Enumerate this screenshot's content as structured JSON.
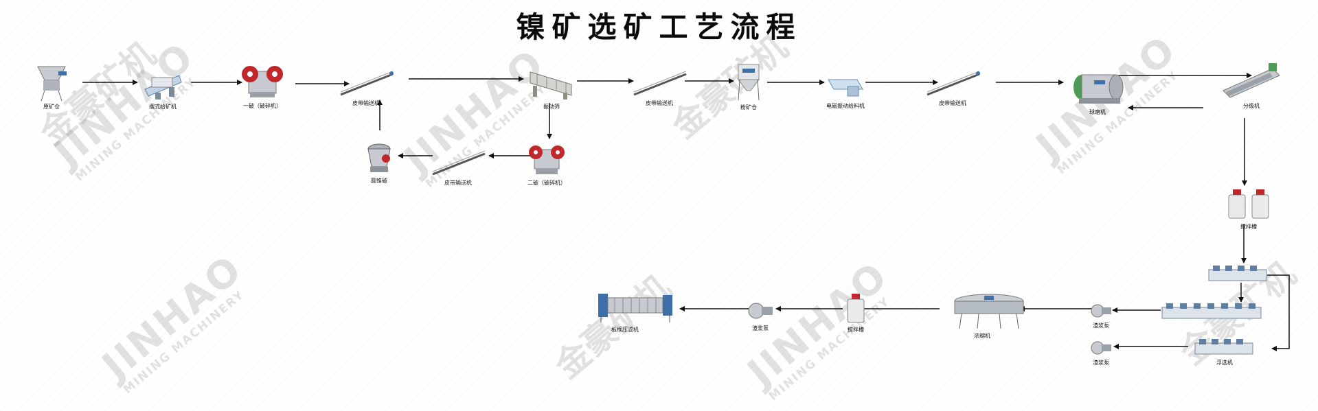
{
  "title": "镍矿选矿工艺流程",
  "watermark": {
    "brand_en": "JINHAO",
    "brand_sub": "MINING MACHINERY",
    "brand_cn": "金豪矿机"
  },
  "nodes": {
    "raw_ore_bin": "原矿仓",
    "vibrating_feeder": "摆式给矿机",
    "primary_crusher": "一破（破碎机）",
    "belt_conveyor_1": "皮带输送机",
    "vibrating_screen": "振动筛",
    "belt_conveyor_2": "皮带输送机",
    "powder_bin": "粉矿仓",
    "electromagnetic_feeder": "电磁振动给料机",
    "belt_conveyor_3": "皮带输送机",
    "ball_mill": "球磨机",
    "classifier": "分级机",
    "secondary_crusher": "二破（破碎机）",
    "belt_conveyor_4": "皮带输送机",
    "cone_crusher": "圆锥破",
    "agitation_tank_1": "搅拌槽",
    "flotation_machine": "浮选机",
    "slurry_pump_1": "渣浆泵",
    "slurry_pump_2": "渣浆泵",
    "thickener": "浓缩机",
    "agitation_tank_2": "搅拌槽",
    "slurry_pump_3": "渣浆泵",
    "filter_press": "板框压滤机"
  },
  "colors": {
    "arrow": "#111111",
    "equipment_gray": "#b8bcc2",
    "equipment_red": "#c0282b",
    "equipment_blue": "#3f6fa8",
    "equipment_green": "#3f8a4a"
  }
}
